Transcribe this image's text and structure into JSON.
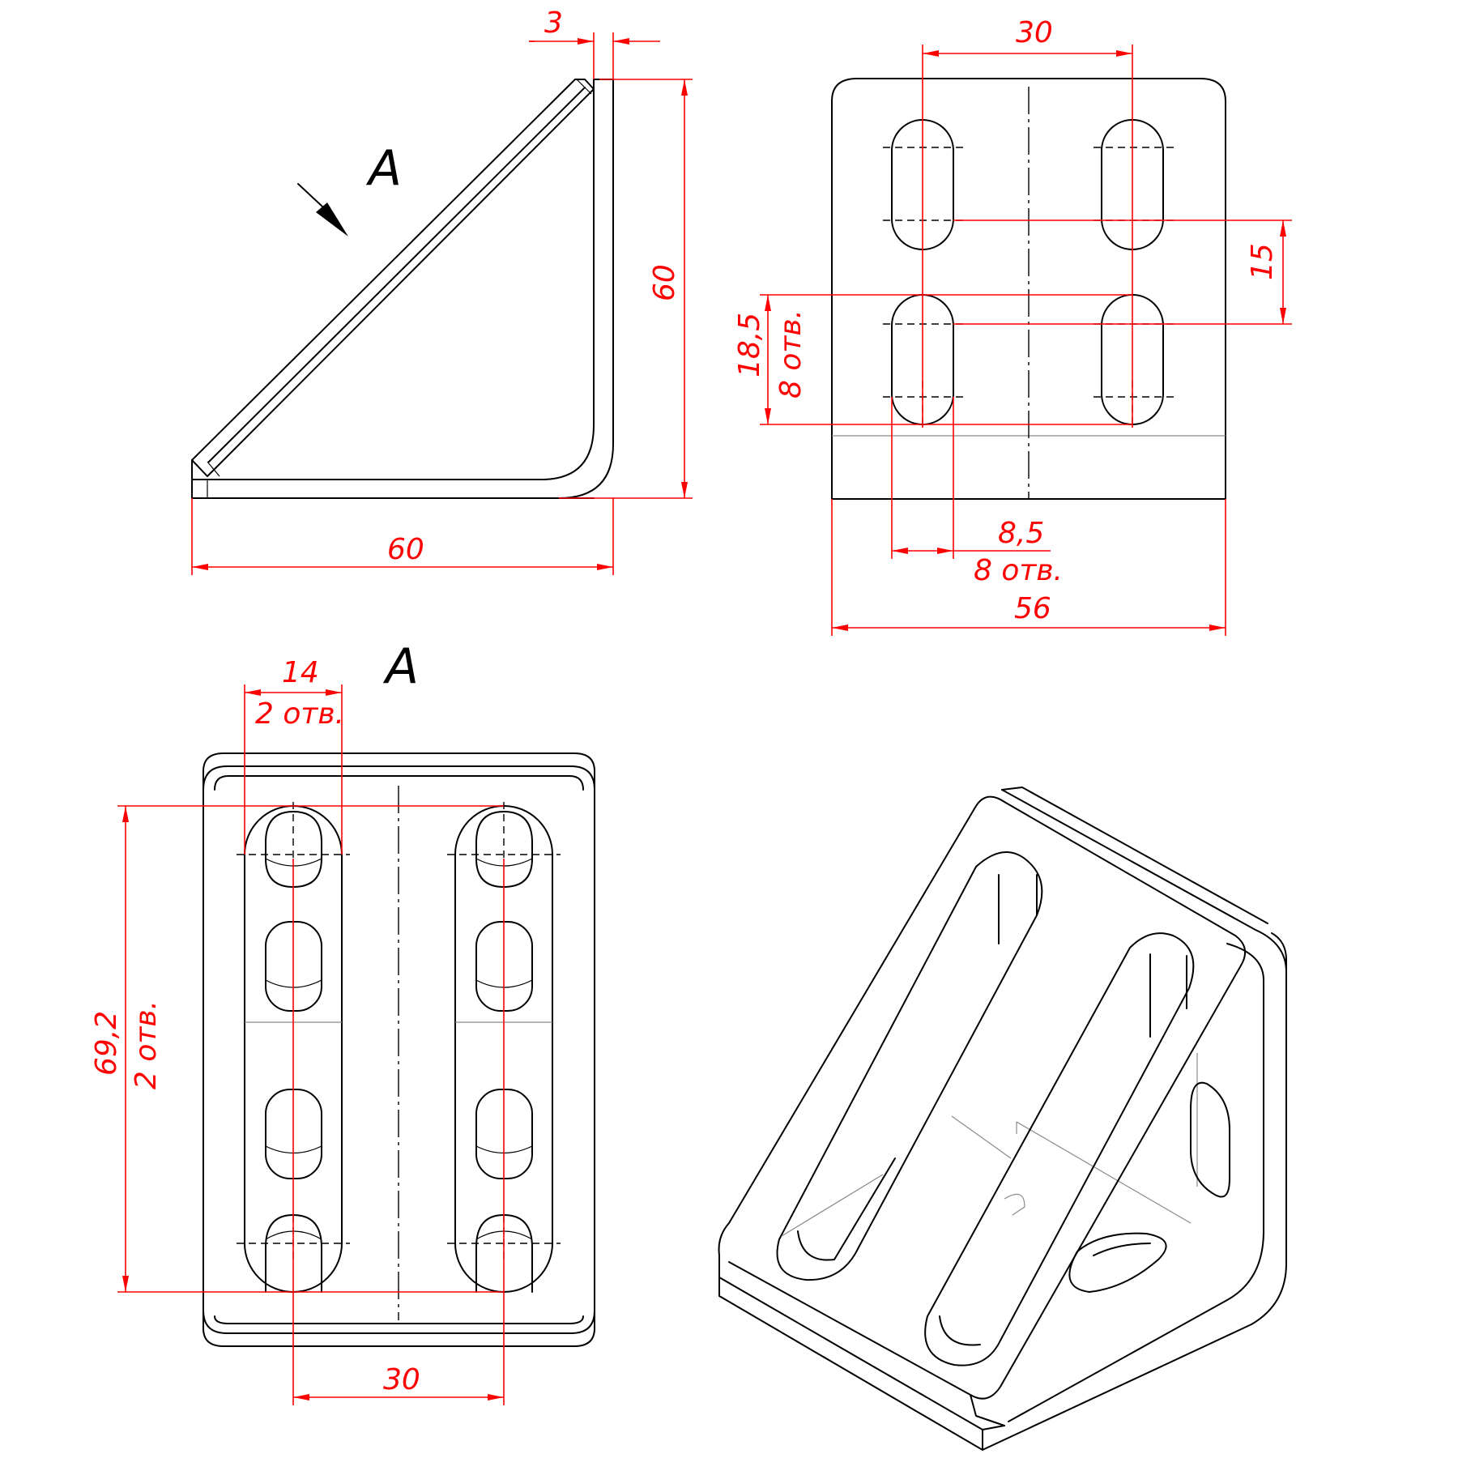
{
  "view_labels": {
    "side_arrow": "A",
    "bottom_view": "A"
  },
  "dimensions": {
    "thickness": "3",
    "height": "60",
    "length": "60",
    "top_slot_spacing": "30",
    "slot_offset": "15",
    "slot_length": "18,5",
    "slot_length_count": "8 отв.",
    "slot_width": "8,5",
    "slot_width_count": "8 отв.",
    "width": "56",
    "bottom_slot_width": "14",
    "bottom_slot_width_count": "2 отв.",
    "bottom_slot_length": "69,2",
    "bottom_slot_length_count": "2 отв.",
    "bottom_slot_spacing": "30"
  }
}
